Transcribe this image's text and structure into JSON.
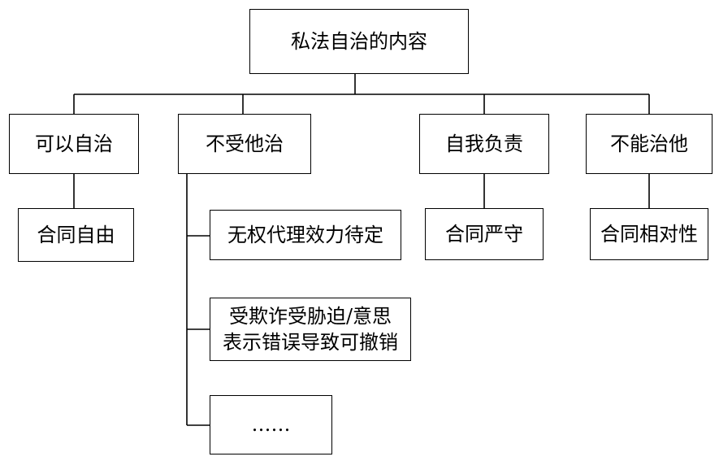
{
  "root": {
    "label": "私法自治的内容"
  },
  "branches": [
    {
      "label": "可以自治",
      "children": [
        "合同自由"
      ]
    },
    {
      "label": "不受他治",
      "children": [
        "无权代理效力待定",
        [
          "受欺诈受胁迫/意思",
          "表示错误导致可撤销"
        ],
        "……"
      ]
    },
    {
      "label": "自我负责",
      "children": [
        "合同严守"
      ]
    },
    {
      "label": "不能治他",
      "children": [
        "合同相对性"
      ]
    }
  ]
}
